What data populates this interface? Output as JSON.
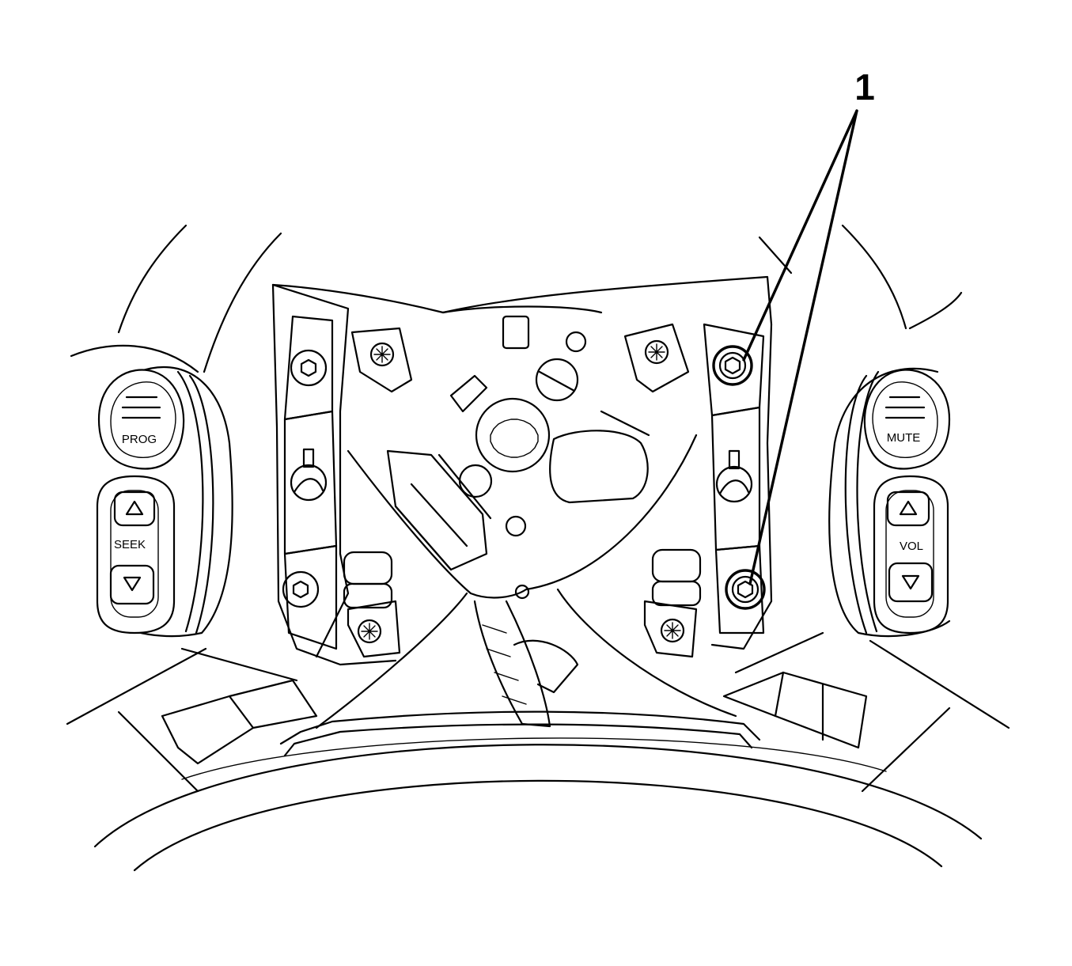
{
  "callouts": [
    {
      "number": "1"
    }
  ],
  "left_switch": {
    "upper_button_label": "PROG",
    "lower_button_label": "SEEK"
  },
  "right_switch": {
    "upper_button_label": "MUTE",
    "lower_button_label": "VOL"
  },
  "icons": {
    "up_arrow": "triangle-up-icon",
    "down_arrow": "triangle-down-icon",
    "torx_screw": "torx-screw-icon",
    "hex_bolt": "hex-bolt-icon"
  }
}
